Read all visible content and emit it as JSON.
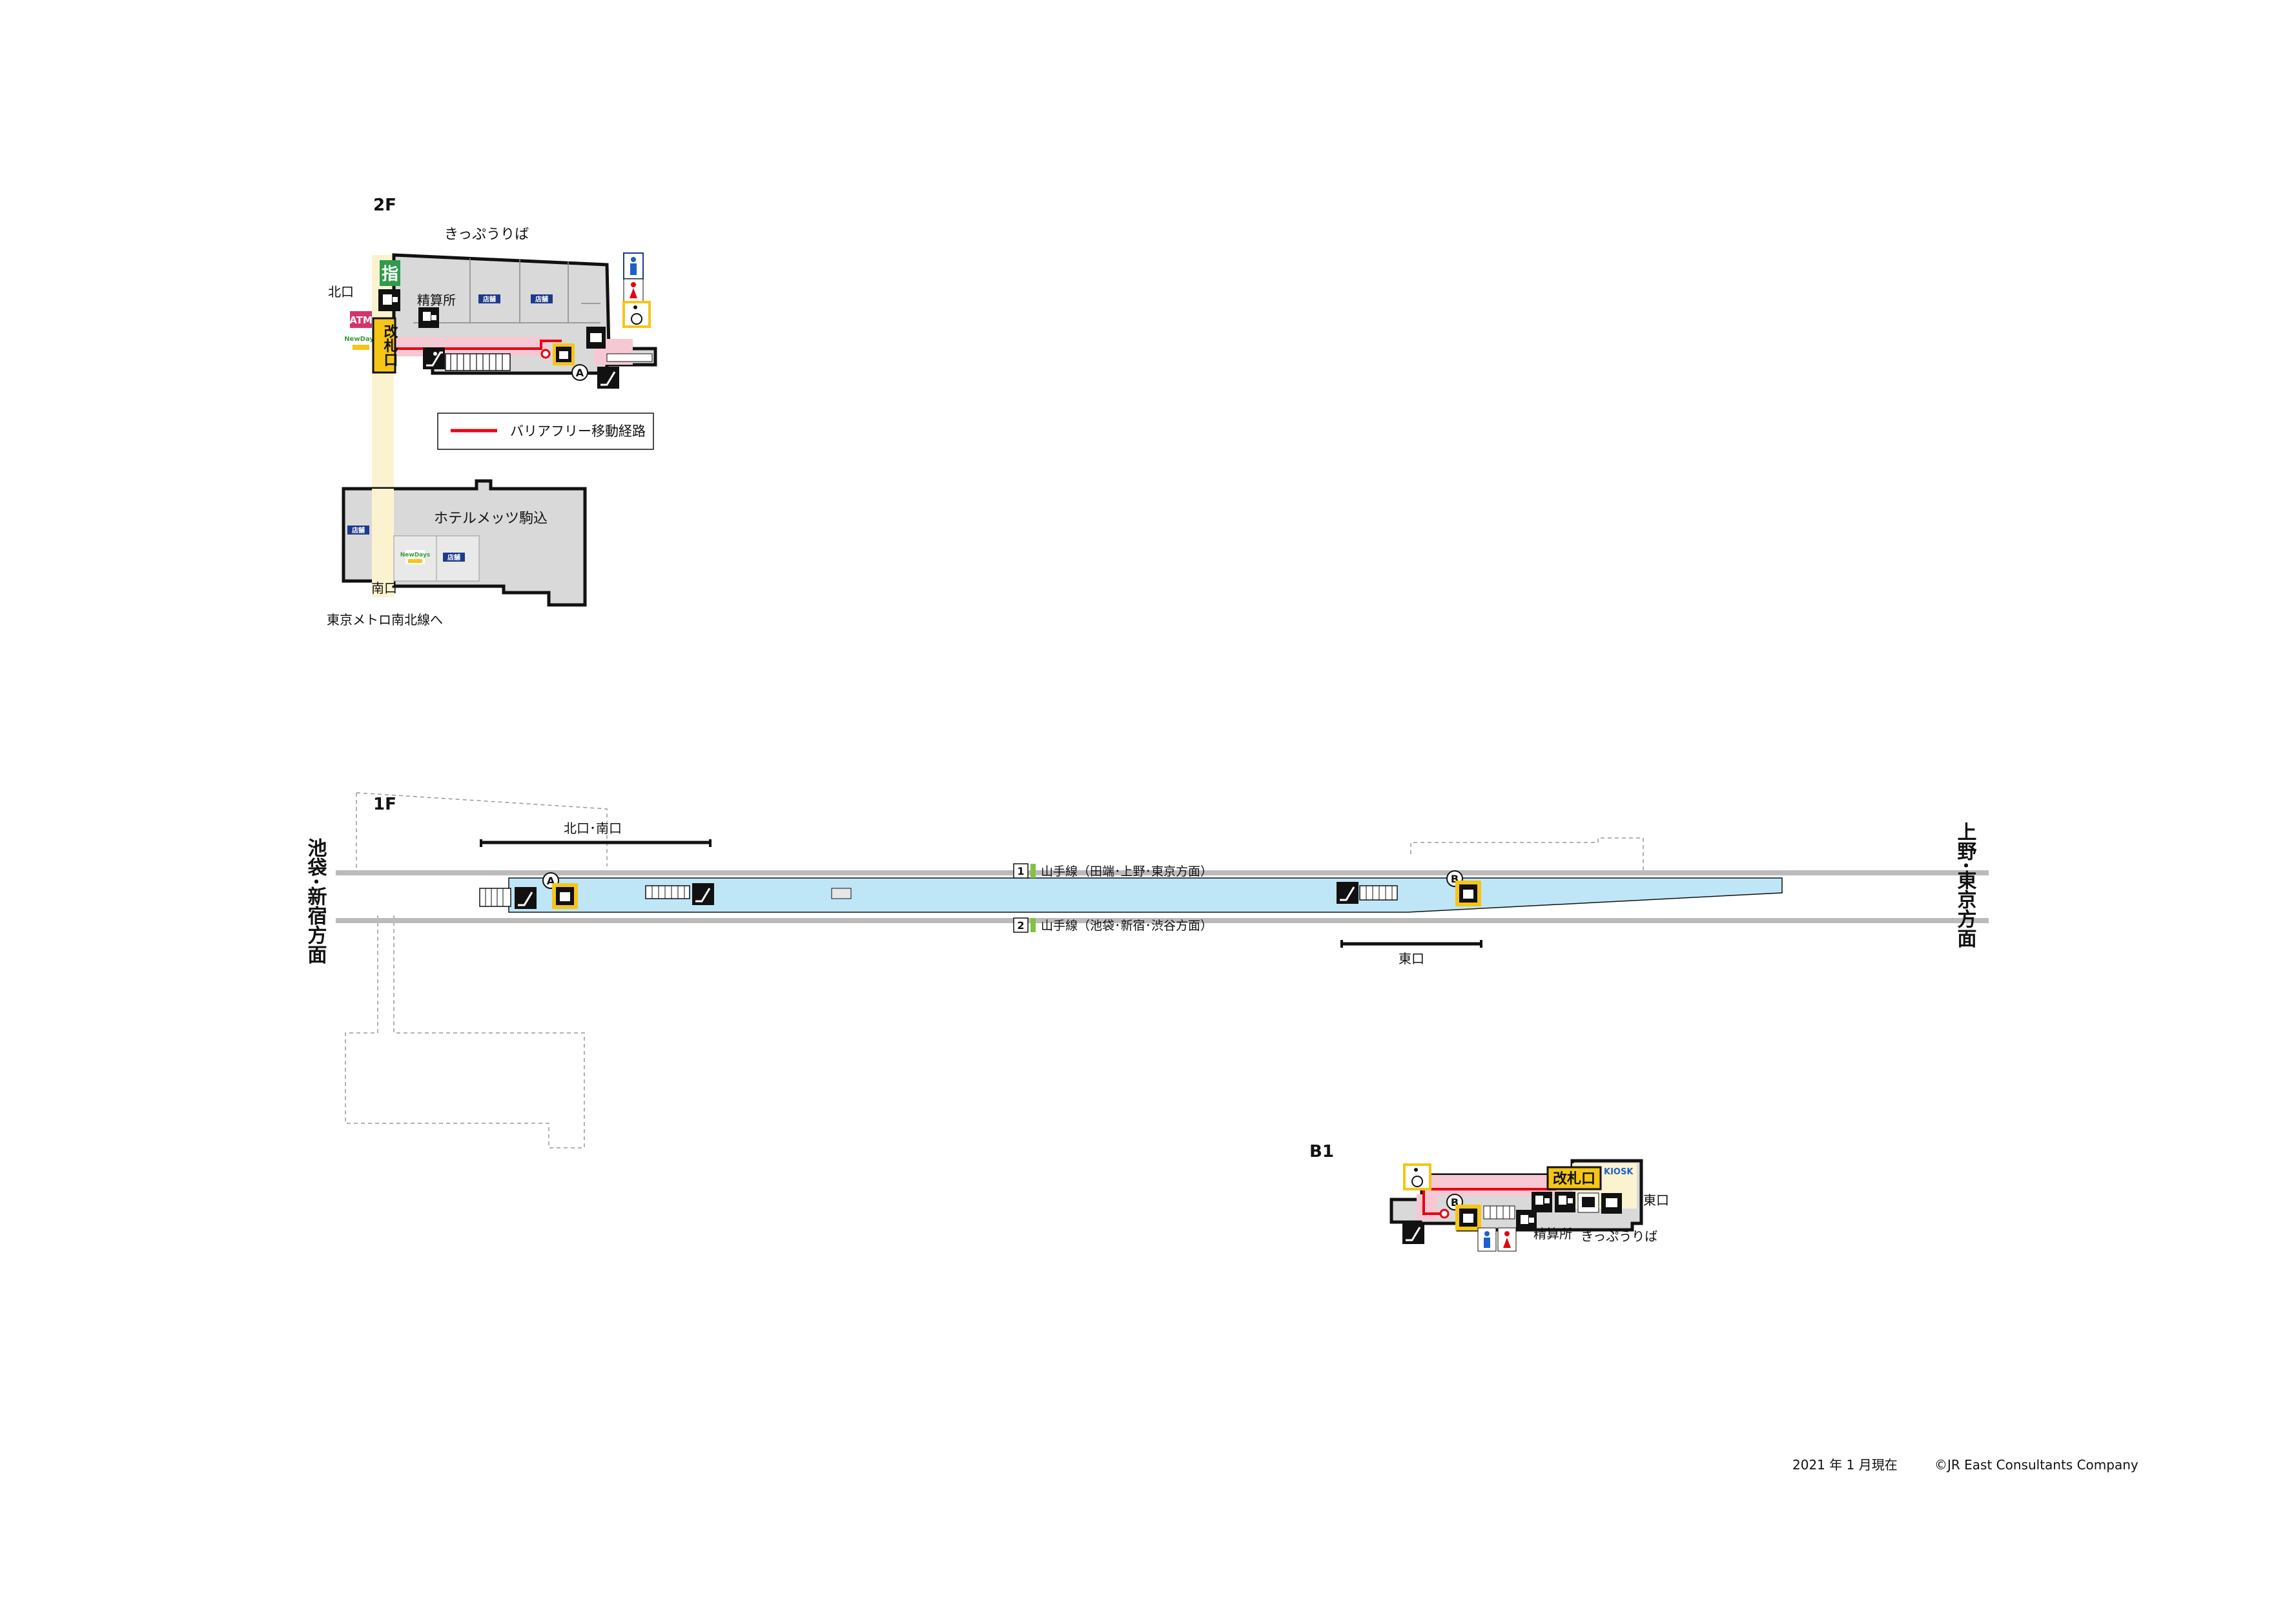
{
  "floors": {
    "f2": "2F",
    "f1": "1F",
    "b1": "B1"
  },
  "floor2": {
    "ticket_vending": "きっぷうりば",
    "reserved_seat_glyph": "指",
    "north_exit": "北口",
    "fare_adjustment": "精算所",
    "shop1": "店舗",
    "shop2": "店舗",
    "shop3": "店舗",
    "shop4": "店舗",
    "gate": "改札口",
    "atm": "ATM",
    "newdays1": "NewDays",
    "newdays2": "NewDays",
    "hotel": "ホテルメッツ駒込",
    "south_exit": "南口",
    "metro_link": "東京メトロ南北線へ",
    "marker_a": "A"
  },
  "legend": {
    "barrier_free_route": "バリアフリー移動経路",
    "route_color": "#e60012"
  },
  "floor1": {
    "exit_north_south": "北口･南口",
    "exit_east": "東口",
    "track1_no": "1",
    "track1_label": "山手線（田端･上野･東京方面）",
    "track2_no": "2",
    "track2_label": "山手線（池袋･新宿･渋谷方面）",
    "direction_left": "池袋･新宿方面",
    "direction_right": "上野･東京方面",
    "marker_a": "A",
    "marker_b": "B"
  },
  "floorb1": {
    "gate": "改札口",
    "kiosk": "KIOSK",
    "east_exit": "東口",
    "fare_adjustment": "精算所",
    "ticket_vending": "きっぷうりば",
    "marker_b": "B"
  },
  "footer": {
    "as_of": "2021 年 1 月現在",
    "copyright": "©JR East Consultants Company"
  },
  "colors": {
    "platform": "#bfe6f7",
    "gate_yellow": "#f5c518",
    "barrier_free_pink": "#f6c8d4",
    "corridor_cream": "#fbf3cf",
    "shop_navy": "#1f3a8a",
    "yamanote_green": "#80c241",
    "wall": "#111111",
    "floor_gray": "#d9d9d9"
  },
  "icons": [
    "ticket-machine-icon",
    "fare-adjustment-icon",
    "elevator-icon",
    "escalator-icon",
    "stairs-icon",
    "toilet-male-icon",
    "toilet-female-icon",
    "accessible-toilet-icon",
    "reserved-seat-icon",
    "atm-icon",
    "newdays-icon"
  ]
}
